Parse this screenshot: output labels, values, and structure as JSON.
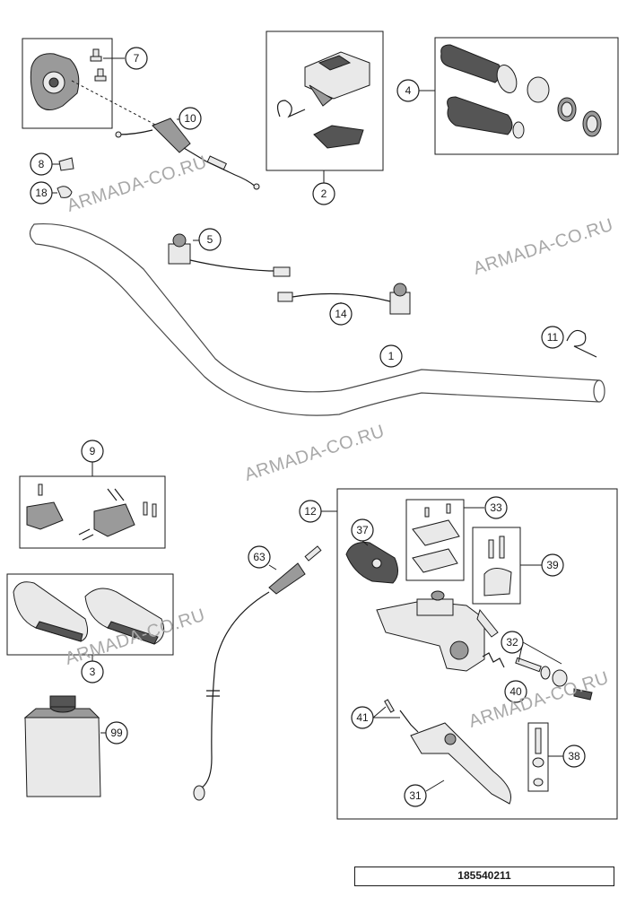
{
  "drawing_number": "185540211",
  "watermark_text": "ARMADA-CO.RU",
  "callouts": [
    "7",
    "10",
    "8",
    "18",
    "2",
    "4",
    "5",
    "14",
    "1",
    "11",
    "9",
    "12",
    "33",
    "37",
    "39",
    "63",
    "32",
    "40",
    "3",
    "41",
    "38",
    "99",
    "31"
  ],
  "colors": {
    "line": "#1a1a1a",
    "watermark": "#a8a8a8",
    "part_fill": "#e9e9e9",
    "part_dark": "#555555"
  }
}
